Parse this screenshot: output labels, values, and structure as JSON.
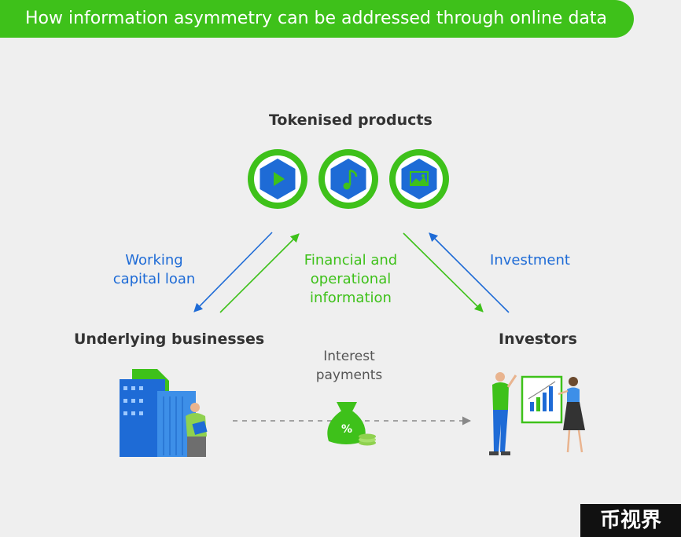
{
  "title": "How information asymmetry can be addressed through online data",
  "nodes": {
    "tokenised": "Tokenised products",
    "businesses": "Underlying businesses",
    "investors": "Investors"
  },
  "edges": {
    "loan": [
      "Working",
      "capital loan"
    ],
    "info": [
      "Financial and",
      "operational",
      "information"
    ],
    "investment": "Investment",
    "interest": [
      "Interest",
      "payments"
    ]
  },
  "icons": [
    "play-icon",
    "music-note-icon",
    "image-icon"
  ],
  "watermark": "币视界",
  "colors": {
    "green": "#3ec11a",
    "blue": "#1e6bd6",
    "gray": "#888888"
  }
}
